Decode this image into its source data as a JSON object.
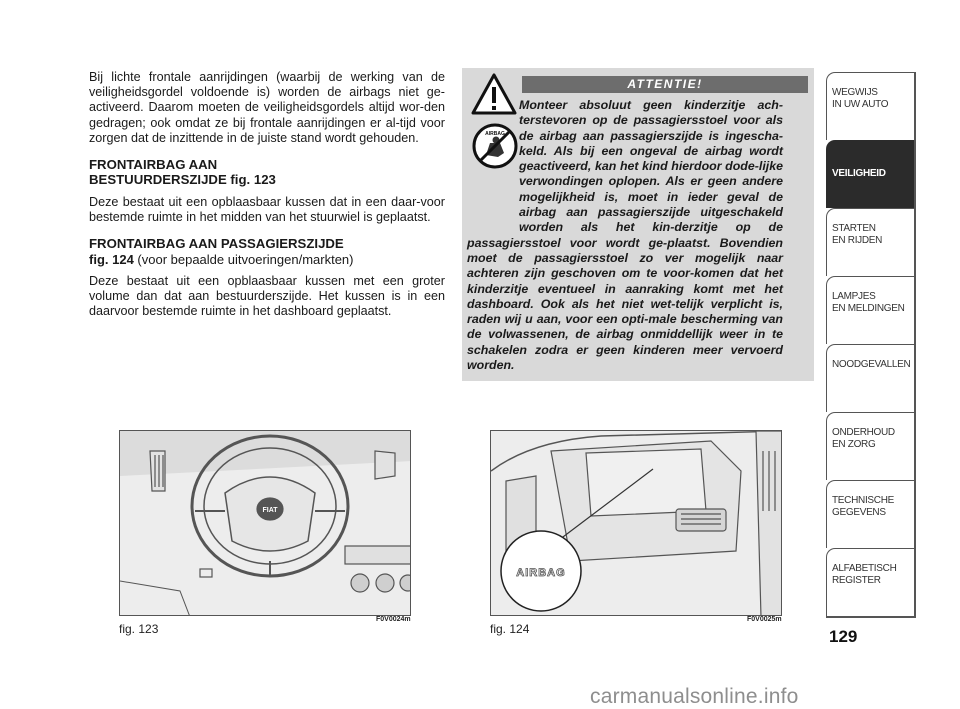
{
  "left_column": {
    "intro": "Bij lichte frontale aanrijdingen (waarbij de werking van de veiligheidsgordel voldoende is) worden de airbags niet ge-activeerd. Daarom moeten de veiligheidsgordels altijd wor-den gedragen; ook omdat ze bij frontale aanrijdingen er al-tijd voor zorgen dat de inzittende in de juiste stand wordt gehouden.",
    "heading1_line1": "FRONTAIRBAG AAN",
    "heading1_line2": "BESTUURDERSZIJDE fig. 123",
    "para1": "Deze bestaat uit een opblaasbaar kussen dat in een daar-voor bestemde ruimte in het midden van het stuurwiel is geplaatst.",
    "heading2": "FRONTAIRBAG AAN PASSAGIERSZIJDE",
    "heading2_fig": "fig. 124",
    "heading2_note": " (voor bepaalde uitvoeringen/markten)",
    "para2": "Deze bestaat uit een opblaasbaar kussen met een groter volume dan dat aan bestuurderszijde. Het kussen is in een daarvoor bestemde ruimte in het dashboard geplaatst."
  },
  "warning": {
    "header": "ATTENTIE!",
    "icon": "warning-triangle-icon",
    "icon2": "no-child-seat-airbag-icon",
    "icon2_label": "AIRBAG",
    "text": "Monteer absoluut geen kinderzitje ach-terstevoren op de passagiersstoel voor als de airbag aan passagierszijde is ingescha-keld. Als bij een ongeval de airbag wordt geactiveerd, kan het kind hierdoor dode-lijke verwondingen oplopen. Als er geen andere mogelijkheid is, moet in ieder geval de airbag aan passagierszijde uitgeschakeld worden als het kin-derzitje op de passagiersstoel voor wordt ge-plaatst. Bovendien moet de passagiersstoel zo ver mogelijk naar achteren zijn geschoven om te voor-komen dat het kinderzitje eventueel in aanraking komt met het dashboard. Ook als het niet wet-telijk verplicht is, raden wij u aan, voor een opti-male bescherming van de volwassenen, de airbag onmiddellijk weer in te schakelen zodra er geen kinderen meer vervoerd worden."
  },
  "tabs": [
    {
      "label": "WEGWIJS\nIN UW AUTO",
      "active": false
    },
    {
      "label": "VEILIGHEID",
      "active": true
    },
    {
      "label": "STARTEN\nEN RIJDEN",
      "active": false
    },
    {
      "label": "LAMPJES\nEN MELDINGEN",
      "active": false
    },
    {
      "label": "NOODGEVALLEN",
      "active": false
    },
    {
      "label": "ONDERHOUD\nEN ZORG",
      "active": false
    },
    {
      "label": "TECHNISCHE\nGEGEVENS",
      "active": false
    },
    {
      "label": "ALFABETISCH\nREGISTER",
      "active": false
    }
  ],
  "page_number": "129",
  "figures": {
    "fig123": {
      "caption": "fig. 123",
      "code": "F0V0024m",
      "badge_text": "FIAT"
    },
    "fig124": {
      "caption": "fig. 124",
      "code": "F0V0025m",
      "callout_text": "AIRBAG"
    }
  },
  "watermark": "carmanualsonline.info"
}
